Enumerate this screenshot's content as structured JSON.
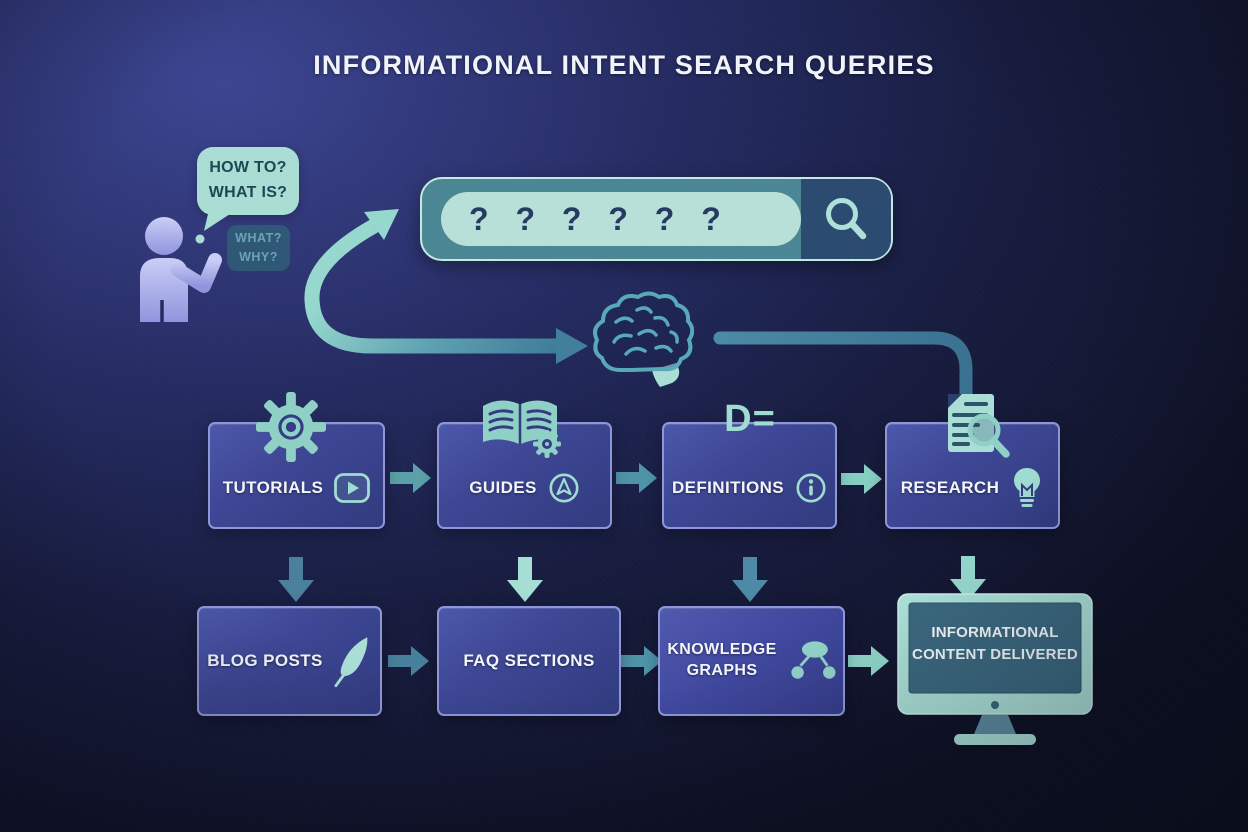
{
  "title": "INFORMATIONAL INTENT SEARCH QUERIES",
  "user": {
    "bubble_primary": {
      "line1": "HOW TO?",
      "line2": "WHAT IS?"
    },
    "bubble_secondary": {
      "line1": "WHAT?",
      "line2": "WHY?"
    }
  },
  "search_bar": {
    "query_text": "? ? ? ? ? ?"
  },
  "top_row": [
    {
      "label": "TUTORIALS",
      "icon_above": "gear-icon",
      "icon_badge": "play-icon"
    },
    {
      "label": "GUIDES",
      "icon_above": "open-book-gear-icon",
      "icon_badge": "navigation-arrow-icon"
    },
    {
      "label": "DEFINITIONS",
      "icon_above": "letter-d-equals-icon",
      "icon_above_text": "D=",
      "icon_badge": "info-icon"
    },
    {
      "label": "RESEARCH",
      "icon_above": "document-magnifier-icon",
      "icon_badge": "lightbulb-icon"
    }
  ],
  "bottom_row": [
    {
      "label": "BLOG POSTS",
      "icon_badge": "feather-icon"
    },
    {
      "label": "FAQ SECTIONS"
    },
    {
      "label_line1": "KNOWLEDGE",
      "label_line2": "GRAPHS",
      "icon_badge": "knowledge-graph-icon"
    },
    {
      "label_line1": "INFORMATIONAL",
      "label_line2": "CONTENT DELIVERED",
      "device": "computer-monitor-icon"
    }
  ],
  "icons": {
    "speaker": "person-silhouette",
    "query_box": "magnifier",
    "processing": "brain",
    "delivery": "computer-monitor"
  },
  "colors": {
    "background_navy": "#1d234f",
    "mint": "#9fdcd2",
    "mint_light": "#a9ded6",
    "steel_teal_arrow": "#4a84a0",
    "medium_teal_arrow": "#5aa0a8",
    "box_fill": "#3f4896",
    "box_border": "#8d96d8",
    "search_frame": "#4a8694",
    "search_field": "#b7e0d8",
    "search_button": "#2b4a70",
    "query_text": "#253a60",
    "bubble_text_dark": "#1d4553",
    "label_white": "#f3f5fb"
  }
}
